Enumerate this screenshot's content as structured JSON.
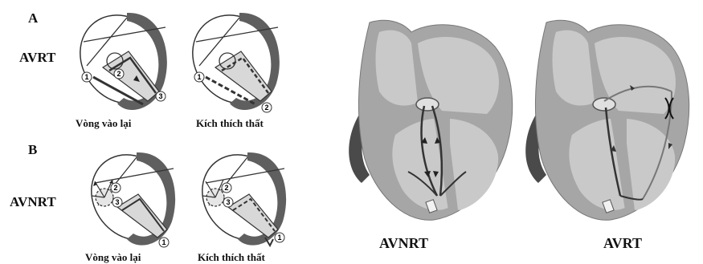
{
  "panel_a": {
    "letter": "A",
    "label": "AVRT",
    "captions": [
      "Vòng vào lại",
      "Kích thích thất"
    ],
    "numerals": [
      "1",
      "2",
      "3",
      "1",
      "2"
    ]
  },
  "panel_b": {
    "letter": "B",
    "label": "AVNRT",
    "captions": [
      "Vòng vào lại",
      "Kích thích thất"
    ],
    "numerals": [
      "2",
      "3",
      "1",
      "2",
      "3",
      "1"
    ]
  },
  "hearts": {
    "left_caption": "AVNRT",
    "right_caption": "AVRT"
  },
  "colors": {
    "muscle": "#5f5f5f",
    "chamber": "#c9c9c9",
    "wall": "#a6a6a6",
    "ink": "#222222"
  }
}
